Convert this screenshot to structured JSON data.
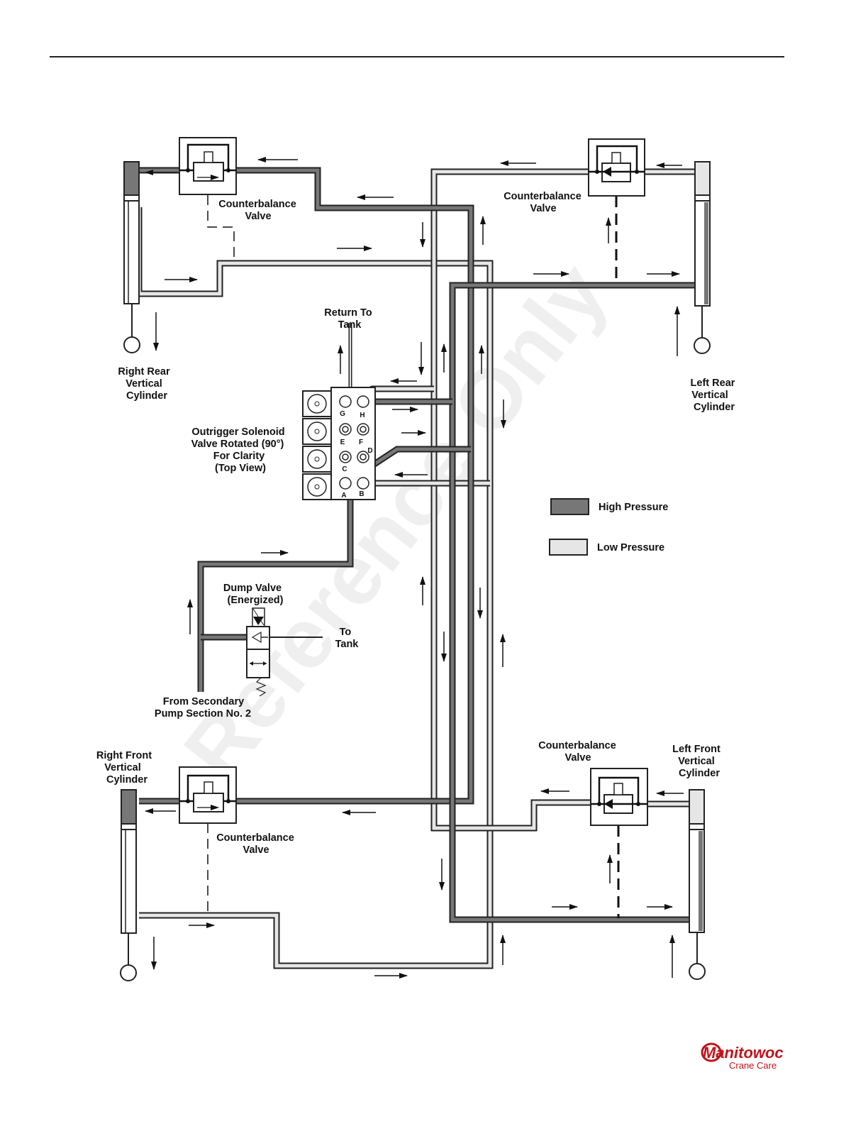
{
  "labels": {
    "cb_valve_rr": [
      "Counterbalance",
      "Valve"
    ],
    "cb_valve_lr": [
      "Counterbalance",
      "Valve"
    ],
    "cb_valve_rf": [
      "Counterbalance",
      "Valve"
    ],
    "cb_valve_lf": [
      "Counterbalance",
      "Valve"
    ],
    "right_rear_cyl": [
      "Right Rear",
      "Vertical",
      "Cylinder"
    ],
    "left_rear_cyl": [
      "Left Rear",
      "Vertical",
      "Cylinder"
    ],
    "right_front_cyl": [
      "Right Front",
      "Vertical",
      "Cylinder"
    ],
    "left_front_cyl": [
      "Left Front",
      "Vertical",
      "Cylinder"
    ],
    "return_to_tank": [
      "Return To",
      "Tank"
    ],
    "solenoid_valve": [
      "Outrigger Solenoid",
      "Valve Rotated (90°)",
      "For Clarity",
      "(Top View)"
    ],
    "dump_valve": [
      "Dump Valve",
      "(Energized)"
    ],
    "to_tank": [
      "To",
      "Tank"
    ],
    "from_pump": [
      "From Secondary",
      "Pump Section No. 2"
    ]
  },
  "ports": [
    "G",
    "H",
    "E",
    "F",
    "C",
    "D",
    "A",
    "B"
  ],
  "legend": {
    "high": "High Pressure",
    "low": "Low Pressure",
    "high_color": "#777777",
    "low_color": "#e6e6e6"
  },
  "watermark": "Reference Only",
  "brand": {
    "name": "Manitowoc",
    "sub": "Crane Care",
    "color": "#c0141c"
  }
}
